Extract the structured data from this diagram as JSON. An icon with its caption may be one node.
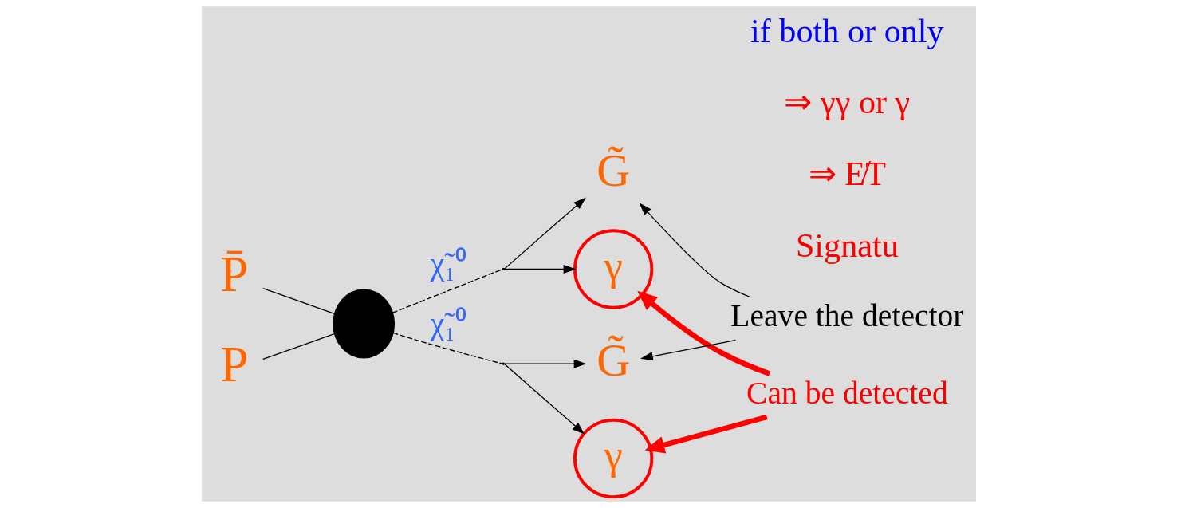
{
  "diagram": {
    "nodes": [
      {
        "text": [
          "P̄"
        ]
      },
      {
        "text": [
          "P"
        ]
      },
      {
        "text": [],
        "shape": "circle"
      },
      {
        "text": [],
        "shape": "point"
      },
      {
        "text": [],
        "shape": "point"
      },
      {
        "text": [
          "G̃"
        ]
      },
      {
        "text": [
          "γ"
        ]
      },
      {
        "text": [
          "G̃"
        ]
      },
      {
        "text": [
          "γ"
        ]
      },
      {
        "text": [
          "Leave the detector"
        ]
      },
      {
        "text": [
          "Can be detected"
        ]
      }
    ],
    "edges": [
      {
        "from": 0,
        "to": 2,
        "arrow": "none"
      },
      {
        "from": 1,
        "to": 2,
        "arrow": "none"
      },
      {
        "from": 2,
        "to": 3,
        "arrow": "none",
        "style": "dashed",
        "label": "χ̃₁⁰"
      },
      {
        "from": 2,
        "to": 4,
        "arrow": "none",
        "style": "dashed",
        "label": "χ̃₁⁰"
      },
      {
        "from": 3,
        "to": 5,
        "arrow": "to"
      },
      {
        "from": 3,
        "to": 6,
        "arrow": "to"
      },
      {
        "from": 4,
        "to": 7,
        "arrow": "to"
      },
      {
        "from": 4,
        "to": 8,
        "arrow": "to"
      },
      {
        "from": 9,
        "to": 5,
        "arrow": "to"
      },
      {
        "from": 9,
        "to": 7,
        "arrow": "to"
      },
      {
        "from": 10,
        "to": 6,
        "arrow": "to",
        "style": "thick",
        "color": "#ff0000"
      },
      {
        "from": 10,
        "to": 8,
        "arrow": "to",
        "style": "thick",
        "color": "#ff0000"
      }
    ],
    "labels": [
      "Signatu",
      "⇒ E̸T",
      "⇒ γγ or γ",
      "if both or only"
    ]
  }
}
